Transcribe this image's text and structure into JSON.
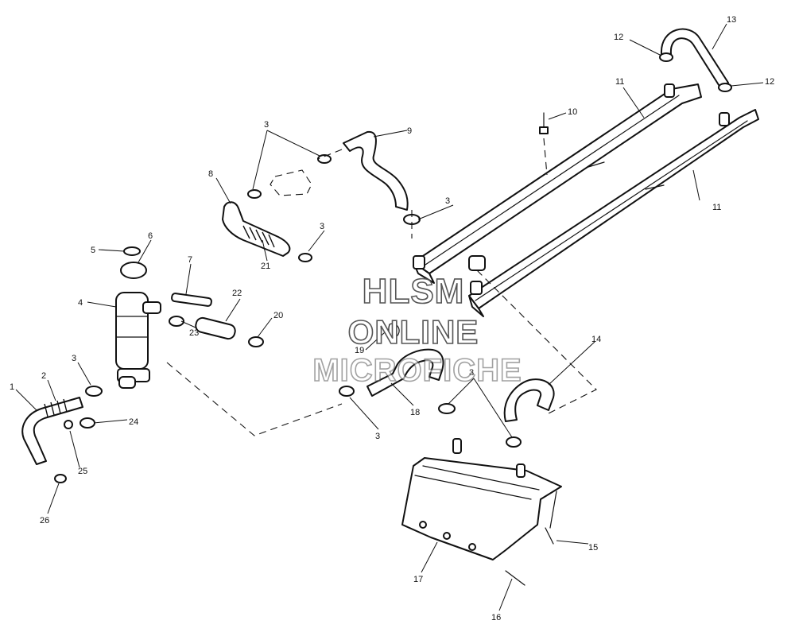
{
  "callouts": [
    {
      "id": "c1",
      "text": "1"
    },
    {
      "id": "c2",
      "text": "2"
    },
    {
      "id": "c3a",
      "text": "3"
    },
    {
      "id": "c3b",
      "text": "3"
    },
    {
      "id": "c3c",
      "text": "3"
    },
    {
      "id": "c3d",
      "text": "3"
    },
    {
      "id": "c3e",
      "text": "3"
    },
    {
      "id": "c3f",
      "text": "3"
    },
    {
      "id": "c4",
      "text": "4"
    },
    {
      "id": "c5",
      "text": "5"
    },
    {
      "id": "c6",
      "text": "6"
    },
    {
      "id": "c7",
      "text": "7"
    },
    {
      "id": "c8",
      "text": "8"
    },
    {
      "id": "c9",
      "text": "9"
    },
    {
      "id": "c10",
      "text": "10"
    },
    {
      "id": "c11a",
      "text": "11"
    },
    {
      "id": "c11b",
      "text": "11"
    },
    {
      "id": "c12a",
      "text": "12"
    },
    {
      "id": "c12b",
      "text": "12"
    },
    {
      "id": "c13",
      "text": "13"
    },
    {
      "id": "c14",
      "text": "14"
    },
    {
      "id": "c15",
      "text": "15"
    },
    {
      "id": "c16",
      "text": "16"
    },
    {
      "id": "c17",
      "text": "17"
    },
    {
      "id": "c18",
      "text": "18"
    },
    {
      "id": "c19",
      "text": "19"
    },
    {
      "id": "c20",
      "text": "20"
    },
    {
      "id": "c21",
      "text": "21"
    },
    {
      "id": "c22",
      "text": "22"
    },
    {
      "id": "c23",
      "text": "23"
    },
    {
      "id": "c24",
      "text": "24"
    },
    {
      "id": "c25",
      "text": "25"
    },
    {
      "id": "c26",
      "text": "26"
    }
  ],
  "watermark": {
    "line1": "HLSM",
    "line2": "ONLINE",
    "line3": "MICROFICHE"
  }
}
